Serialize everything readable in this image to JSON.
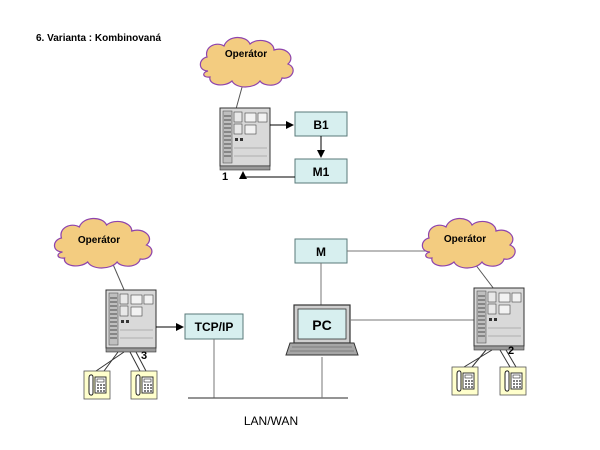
{
  "title": "6. Varianta : Kombinovaná",
  "labels": {
    "operator": "Operátor",
    "b1": "B1",
    "m1": "M1",
    "m": "M",
    "tcpip": "TCP/IP",
    "pc": "PC",
    "lanwan": "LAN/WAN",
    "pbx1": "1",
    "pbx2": "2",
    "pbx3": "3"
  },
  "colors": {
    "cloud_fill": "#f3cc80",
    "cloud_stroke": "#8e44ad",
    "box_fill": "#d7efef",
    "box_stroke": "#5a7a7a",
    "phone_fill": "#ffffcc"
  },
  "icons": [
    "cloud-icon",
    "pbx-server-icon",
    "laptop-icon",
    "telephone-icon"
  ]
}
